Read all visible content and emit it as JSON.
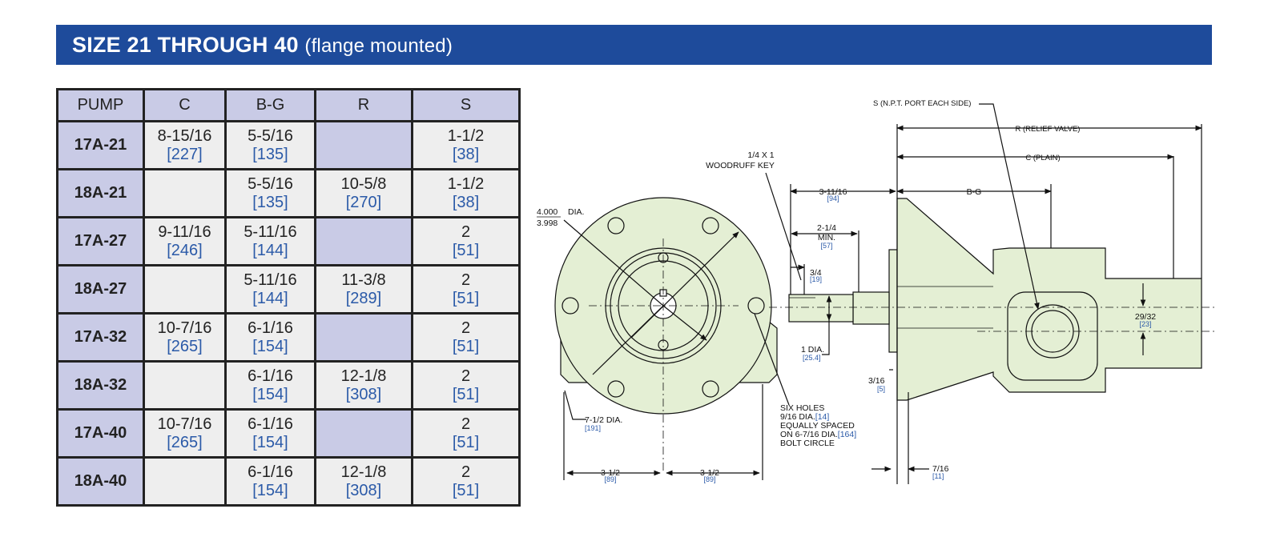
{
  "banner": {
    "title": "SIZE 21 THROUGH 40",
    "subtitle": "(flange mounted)"
  },
  "table": {
    "headers": [
      "PUMP",
      "C",
      "B-G",
      "R",
      "S"
    ],
    "rows": [
      {
        "pump": "17A-21",
        "c_in": "8-15/16",
        "c_mm": "[227]",
        "bg_in": "5-5/16",
        "bg_mm": "[135]",
        "r_in": "",
        "r_mm": "",
        "s_in": "1-1/2",
        "s_mm": "[38]"
      },
      {
        "pump": "18A-21",
        "c_in": "",
        "c_mm": "",
        "bg_in": "5-5/16",
        "bg_mm": "[135]",
        "r_in": "10-5/8",
        "r_mm": "[270]",
        "s_in": "1-1/2",
        "s_mm": "[38]"
      },
      {
        "pump": "17A-27",
        "c_in": "9-11/16",
        "c_mm": "[246]",
        "bg_in": "5-11/16",
        "bg_mm": "[144]",
        "r_in": "",
        "r_mm": "",
        "s_in": "2",
        "s_mm": "[51]"
      },
      {
        "pump": "18A-27",
        "c_in": "",
        "c_mm": "",
        "bg_in": "5-11/16",
        "bg_mm": "[144]",
        "r_in": "11-3/8",
        "r_mm": "[289]",
        "s_in": "2",
        "s_mm": "[51]"
      },
      {
        "pump": "17A-32",
        "c_in": "10-7/16",
        "c_mm": "[265]",
        "bg_in": "6-1/16",
        "bg_mm": "[154]",
        "r_in": "",
        "r_mm": "",
        "s_in": "2",
        "s_mm": "[51]"
      },
      {
        "pump": "18A-32",
        "c_in": "",
        "c_mm": "",
        "bg_in": "6-1/16",
        "bg_mm": "[154]",
        "r_in": "12-1/8",
        "r_mm": "[308]",
        "s_in": "2",
        "s_mm": "[51]"
      },
      {
        "pump": "17A-40",
        "c_in": "10-7/16",
        "c_mm": "[265]",
        "bg_in": "6-1/16",
        "bg_mm": "[154]",
        "r_in": "",
        "r_mm": "",
        "s_in": "2",
        "s_mm": "[51]"
      },
      {
        "pump": "18A-40",
        "c_in": "",
        "c_mm": "",
        "bg_in": "6-1/16",
        "bg_mm": "[154]",
        "r_in": "12-1/8",
        "r_mm": "[308]",
        "s_in": "2",
        "s_mm": "[51]"
      }
    ]
  },
  "drawing": {
    "s_port": "S (N.P.T. PORT EACH SIDE)",
    "r_relief": "R (RELIEF VALVE)",
    "c_plain": "C (PLAIN)",
    "key_line1": "1/4 X 1",
    "key_line2": "WOODRUFF KEY",
    "dim_3_11_16": "3-11/16",
    "dim_3_11_16_mm": "[94]",
    "dim_bg": "B-G",
    "dia_top": "4.000",
    "dia_word": "DIA.",
    "dia_bottom": "3.998",
    "dim_2_1_4": "2-1/4",
    "dim_min": "MIN.",
    "dim_2_1_4_mm": "[57]",
    "dim_3_4": "3/4",
    "dim_3_4_mm": "[19]",
    "dim_29_32": "29/32",
    "dim_29_32_mm": "[23]",
    "dim_1_dia": "1 DIA.",
    "dim_1_dia_mm": "[25.4]",
    "dim_3_16": "3/16",
    "dim_3_16_mm": "[5]",
    "dim_7_1_2": "7-1/2  DIA.",
    "dim_7_1_2_mm": "[191]",
    "holes_1": "SIX HOLES",
    "holes_2": "9/16 DIA.",
    "holes_2_mm": "[14]",
    "holes_3": "EQUALLY SPACED",
    "holes_4": "ON 6-7/16 DIA.",
    "holes_4_mm": "[164]",
    "holes_5": "BOLT CIRCLE",
    "dim_3_1_2_left": "3-1/2",
    "dim_3_1_2_left_mm": "[89]",
    "dim_3_1_2_right": "3-1/2",
    "dim_3_1_2_right_mm": "[89]",
    "dim_7_16": "7/16",
    "dim_7_16_mm": "[11]"
  },
  "colors": {
    "banner": "#1e4b9b",
    "header_cell": "#c9cbe6",
    "body_cell": "#eeeeee",
    "metric_text": "#2b5aa8",
    "part_fill": "#e4efd4"
  }
}
